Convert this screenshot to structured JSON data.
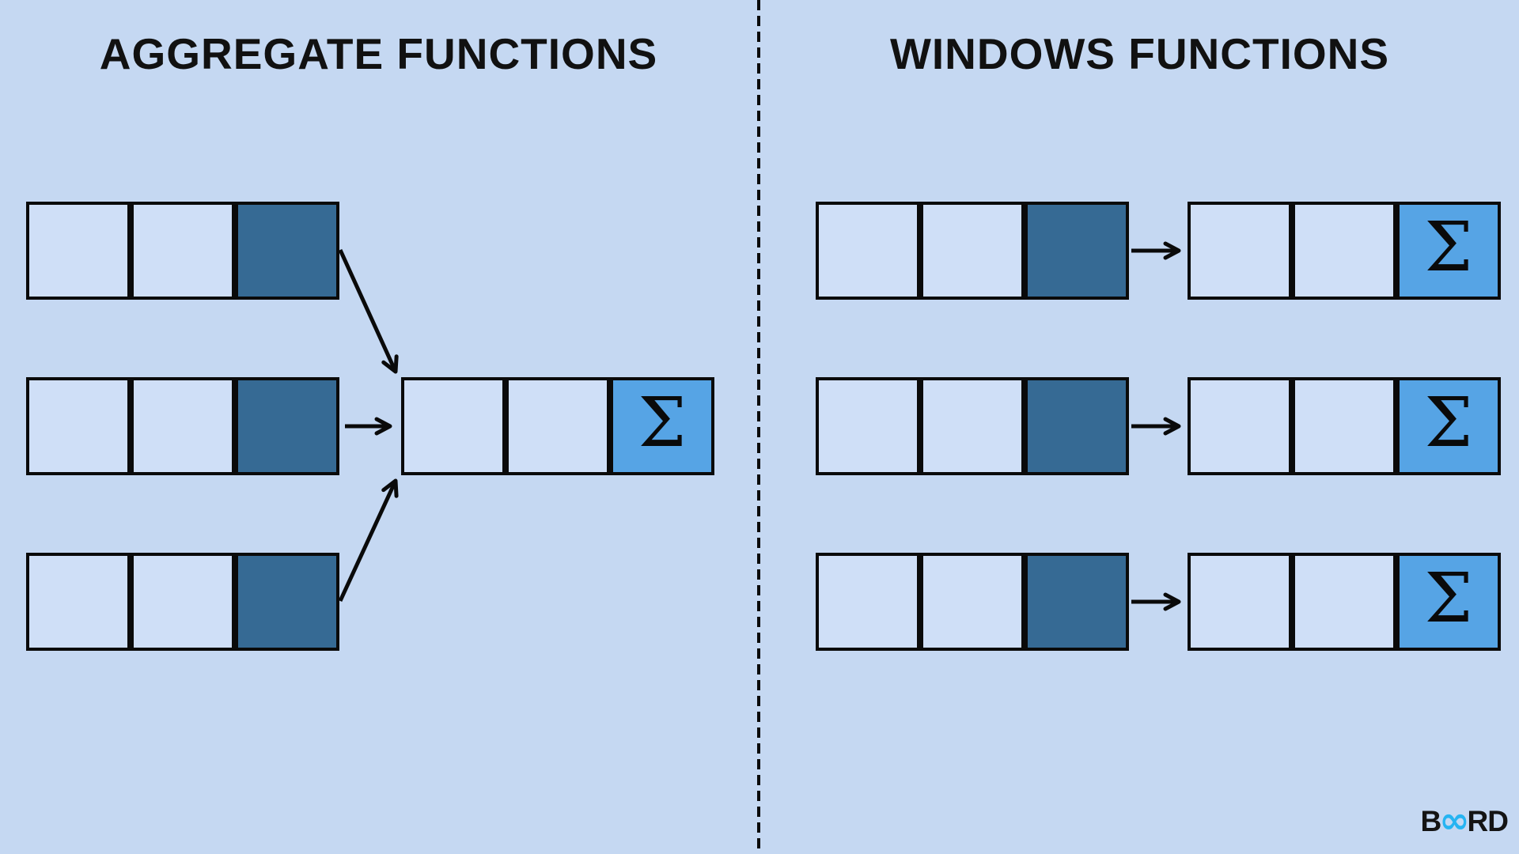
{
  "colors": {
    "background": "#c5d8f2",
    "cell_light": "#cfdff7",
    "cell_dark": "#366a94",
    "cell_sigma": "#56a4e5",
    "ink": "#0a0a0a",
    "logo_accent": "#26b4f2"
  },
  "sigma": "Σ",
  "left_panel": {
    "title": "AGGREGATE FUNCTIONS",
    "source_rows": [
      {
        "cells": [
          "empty",
          "empty",
          "highlight"
        ]
      },
      {
        "cells": [
          "empty",
          "empty",
          "highlight"
        ]
      },
      {
        "cells": [
          "empty",
          "empty",
          "highlight"
        ]
      }
    ],
    "result_rows": [
      {
        "cells": [
          "empty",
          "empty",
          "sigma"
        ]
      }
    ],
    "arrow_pattern": "three source rows merge into one result row"
  },
  "right_panel": {
    "title": "WINDOWS FUNCTIONS",
    "source_rows": [
      {
        "cells": [
          "empty",
          "empty",
          "highlight"
        ]
      },
      {
        "cells": [
          "empty",
          "empty",
          "highlight"
        ]
      },
      {
        "cells": [
          "empty",
          "empty",
          "highlight"
        ]
      }
    ],
    "result_rows": [
      {
        "cells": [
          "empty",
          "empty",
          "sigma"
        ]
      },
      {
        "cells": [
          "empty",
          "empty",
          "sigma"
        ]
      },
      {
        "cells": [
          "empty",
          "empty",
          "sigma"
        ]
      }
    ],
    "arrow_pattern": "each source row maps to its own result row"
  },
  "logo": {
    "prefix": "B",
    "infinity": "∞",
    "suffix": "RD"
  }
}
